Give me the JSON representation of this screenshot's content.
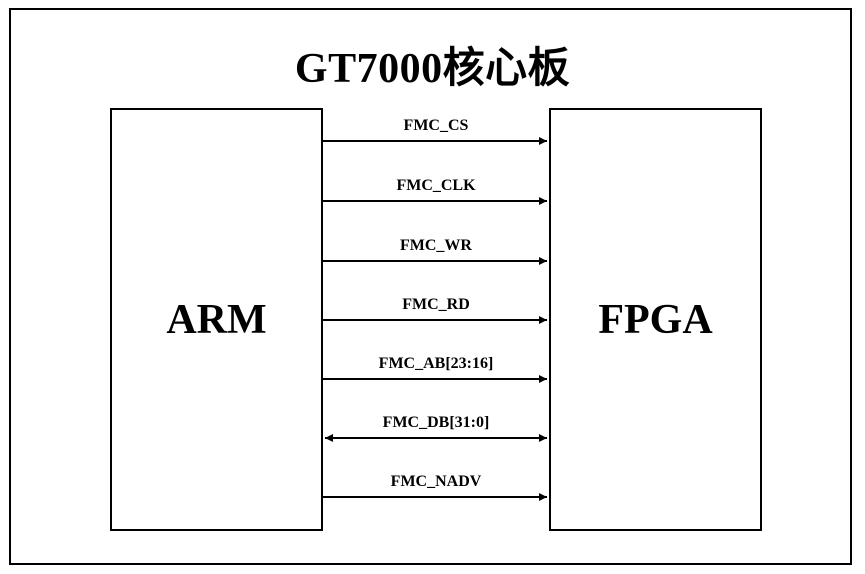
{
  "title": "GT7000核心板",
  "blocks": {
    "left": "ARM",
    "right": "FPGA"
  },
  "signals": [
    {
      "label": "FMC_CS",
      "direction": "right"
    },
    {
      "label": "FMC_CLK",
      "direction": "right"
    },
    {
      "label": "FMC_WR",
      "direction": "right"
    },
    {
      "label": "FMC_RD",
      "direction": "right"
    },
    {
      "label": "FMC_AB[23:16]",
      "direction": "right"
    },
    {
      "label": "FMC_DB[31:0]",
      "direction": "both"
    },
    {
      "label": "FMC_NADV",
      "direction": "right"
    }
  ]
}
